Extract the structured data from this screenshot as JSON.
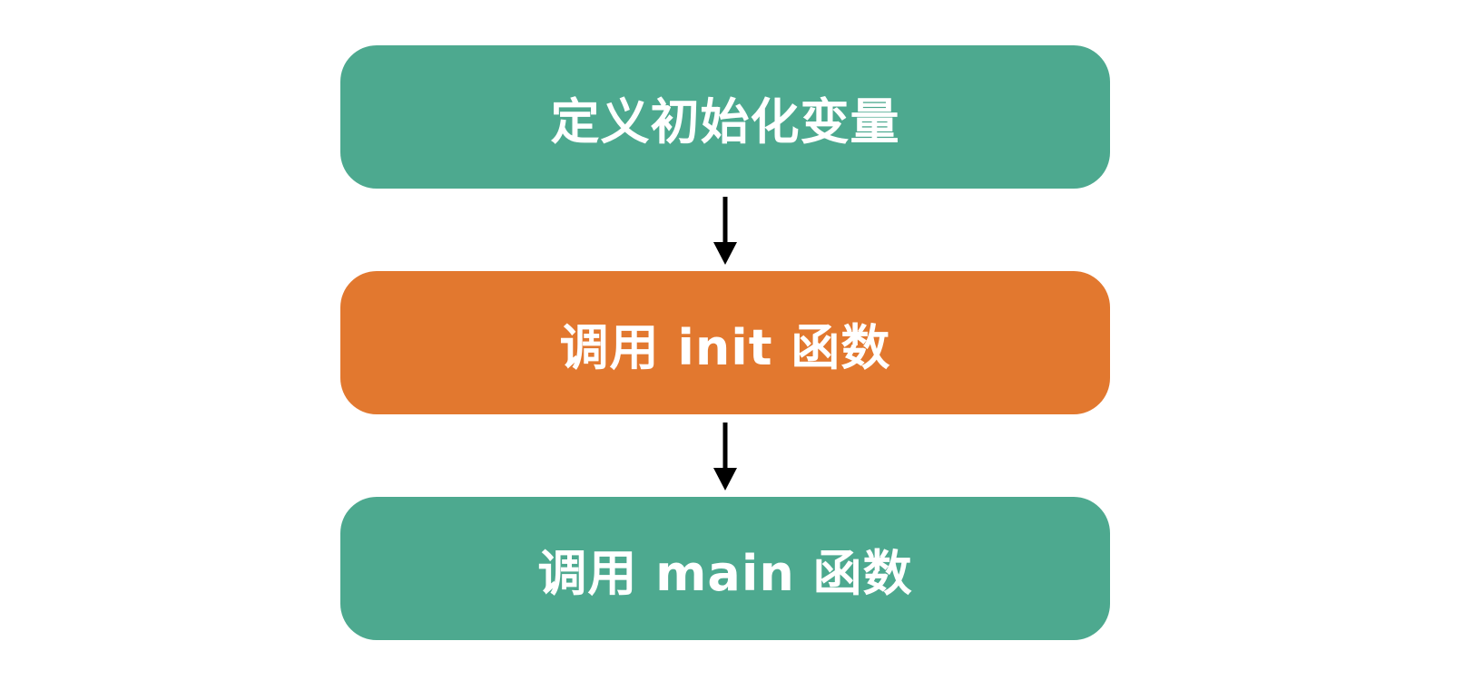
{
  "steps": [
    {
      "label": "定义初始化变量",
      "color": "#4da98f"
    },
    {
      "label": "调用 init 函数",
      "color": "#e2782f"
    },
    {
      "label": "调用 main 函数",
      "color": "#4da98f"
    }
  ],
  "arrow_color": "#000000"
}
